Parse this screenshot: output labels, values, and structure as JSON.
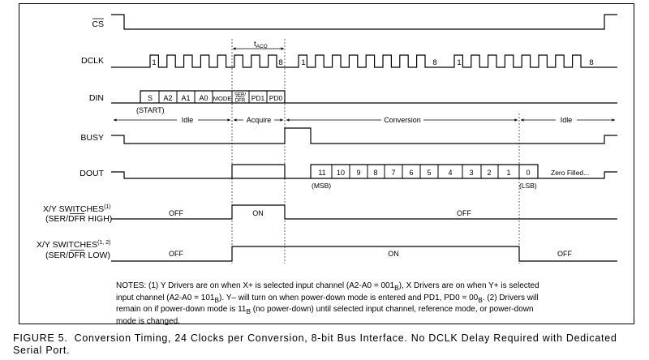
{
  "signals": {
    "cs": "CS",
    "dclk": "DCLK",
    "din": "DIN",
    "busy": "BUSY",
    "dout": "DOUT",
    "xy1_line1": "X/Y SWITCHES",
    "xy1_sup": "(1)",
    "xy1_line2_a": "(SER/",
    "xy1_line2_b": "DFR",
    "xy1_line2_c": " HIGH)",
    "xy2_line1": "X/Y SWITCHES",
    "xy2_sup": "(1, 2)",
    "xy2_line2_a": "(SER/",
    "xy2_line2_b": "DFR",
    "xy2_line2_c": " LOW)"
  },
  "dclk_marks": [
    "1",
    "8",
    "1",
    "8",
    "1",
    "8"
  ],
  "tacq": {
    "t": "t",
    "sub": "ACQ"
  },
  "din_bits": [
    "S",
    "A2",
    "A1",
    "A0",
    "MODE",
    "SER/",
    "DFR",
    "PD1",
    "PD0"
  ],
  "start_label": "(START)",
  "phases": [
    "Idle",
    "Acquire",
    "Conversion",
    "Idle"
  ],
  "dout_bits": [
    "11",
    "10",
    "9",
    "8",
    "7",
    "6",
    "5",
    "4",
    "3",
    "2",
    "1",
    "0"
  ],
  "msb": "(MSB)",
  "lsb": "(LSB)",
  "zero_filled": "Zero Filled...",
  "switch_states": {
    "high": [
      "OFF",
      "ON",
      "OFF"
    ],
    "low": [
      "OFF",
      "ON",
      "OFF"
    ]
  },
  "notes": {
    "l1a": "NOTES:  (1) Y Drivers are on when X+ is selected input channel (A2-A0 = 001",
    "l1sub": "B",
    "l1b": "), X Drivers are on when Y+ is selected",
    "l2a": "input channel (A2-A0 = 101",
    "l2sub": "B",
    "l2b": "). Y– will turn on when power-down mode is entered and PD1, PD0 = 00",
    "l2sub2": "B",
    "l2c": ". (2) Drivers will",
    "l3a": "remain on if power-down mode is 11",
    "l3sub": "B",
    "l3b": " (no power-down) until selected input channel, reference mode, or power-down",
    "l4": "mode is changed."
  },
  "caption": {
    "label": "FIGURE 5.",
    "text": "Conversion Timing, 24 Clocks per Conversion, 8-bit Bus Interface. No DCLK Delay Required with Dedicated Serial Port."
  }
}
